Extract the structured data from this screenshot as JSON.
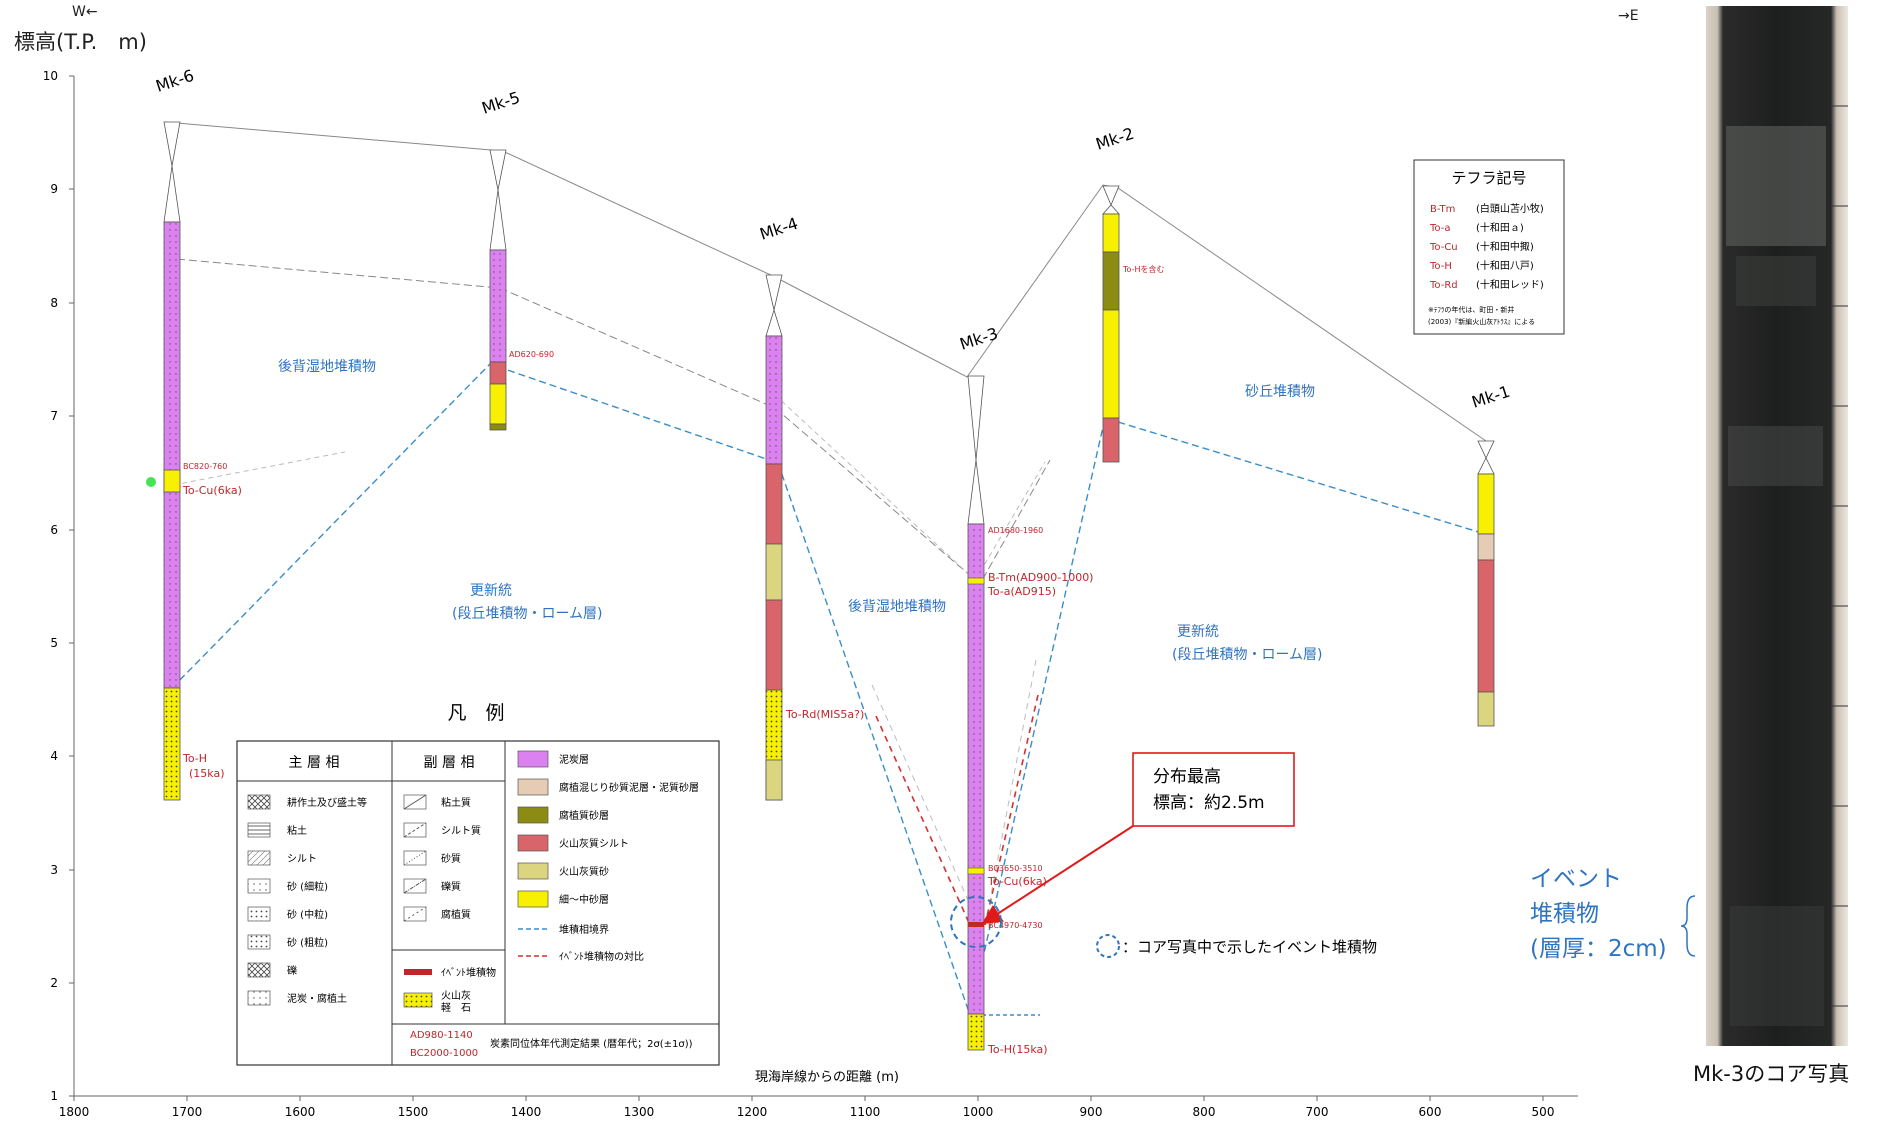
{
  "header": {
    "west_marker": "W←",
    "east_marker": "→E",
    "y_axis_title": "標高(T.P.　m)",
    "x_axis_title": "現海岸線からの距離 (m)"
  },
  "axes": {
    "y_ticks": [
      "1",
      "2",
      "3",
      "4",
      "5",
      "6",
      "7",
      "8",
      "9",
      "10"
    ],
    "x_ticks": [
      "1800",
      "1700",
      "1600",
      "1500",
      "1400",
      "1300",
      "1200",
      "1100",
      "1000",
      "900",
      "800",
      "700",
      "600",
      "500"
    ]
  },
  "boreholes": [
    {
      "name": "Mk-6",
      "distance_m": 1715,
      "surface_tp_m": 9.6,
      "bottom_tp_m": 3.6
    },
    {
      "name": "Mk-5",
      "distance_m": 1425,
      "surface_tp_m": 9.3,
      "bottom_tp_m": 6.85
    },
    {
      "name": "Mk-4",
      "distance_m": 1185,
      "surface_tp_m": 8.2,
      "bottom_tp_m": 3.55
    },
    {
      "name": "Mk-3",
      "distance_m": 1005,
      "surface_tp_m": 7.3,
      "bottom_tp_m": 1.35
    },
    {
      "name": "Mk-2",
      "distance_m": 890,
      "surface_tp_m": 9.05,
      "bottom_tp_m": 6.6
    },
    {
      "name": "Mk-1",
      "distance_m": 555,
      "surface_tp_m": 6.75,
      "bottom_tp_m": 4.25
    }
  ],
  "annotations": {
    "mk6_dating": "BC820-760",
    "mk6_tephra": "To-Cu(6ka)",
    "mk6_toh_1": "To-H",
    "mk6_toh_2": "(15ka)",
    "mk5_dating": "AD620-690",
    "mk4_tephra": "To-Rd(MIS5a?)",
    "mk3_dating_top": "AD1680-1960",
    "mk3_btm": "B-Tm(AD900-1000)",
    "mk3_toa": "To-a(AD915)",
    "mk3_dating_mid": "BC3650-3510",
    "mk3_tocu": "To-Cu(6ka)",
    "mk3_dating_low": "BC4970-4730",
    "mk3_toh": "To-H(15ka)",
    "mk2_note": "To-Hを含む"
  },
  "units": {
    "backswamp_left": "後背湿地堆積物",
    "backswamp_center": "後背湿地堆積物",
    "pleistocene_left_1": "更新統",
    "pleistocene_left_2": "(段丘堆積物・ローム層)",
    "pleistocene_right_1": "更新統",
    "pleistocene_right_2": "(段丘堆積物・ローム層)",
    "dune": "砂丘堆積物"
  },
  "tephra_box": {
    "title": "テフラ記号",
    "items": [
      {
        "code": "B-Tm",
        "name": "(白頭山苫小牧)"
      },
      {
        "code": "To-a",
        "name": "(十和田ａ)"
      },
      {
        "code": "To-Cu",
        "name": "(十和田中掫)"
      },
      {
        "code": "To-H",
        "name": "(十和田八戸)"
      },
      {
        "code": "To-Rd",
        "name": "(十和田レッド)"
      }
    ],
    "note_1": "※ﾃﾌﾗの年代は、町田・新井",
    "note_2": "(2003)『新編火山灰ｱﾄﾗｽ』による"
  },
  "callout": {
    "line1": "分布最高",
    "line2": "標高：約2.5m"
  },
  "circle_note": "：コア写真中で示したイベント堆積物",
  "legend": {
    "title": "凡　例",
    "main_header": "主 層 相",
    "sub_header": "副 層 相",
    "main_items": [
      "耕作土及び盛土等",
      "粘土",
      "シルト",
      "砂 (細粒)",
      "砂 (中粒)",
      "砂 (粗粒)",
      "礫",
      "泥炭・腐植土"
    ],
    "sub_items": [
      "粘土質",
      "シルト質",
      "砂質",
      "礫質",
      "腐植質"
    ],
    "event_item": "ｲﾍﾞﾝﾄ堆積物",
    "ash_item_1": "火山灰",
    "ash_item_2": "軽　石",
    "color_items": [
      "泥炭層",
      "腐植混じり砂質泥層・泥質砂層",
      "腐植質砂層",
      "火山灰質シルト",
      "火山灰質砂",
      "細～中砂層"
    ],
    "boundary_item": "堆積相境界",
    "correlation_item": "ｲﾍﾞﾝﾄ堆積物の対比",
    "dating_1": "AD980-1140",
    "dating_2": "BC2000-1000",
    "dating_desc": "炭素同位体年代測定結果 (暦年代；2σ(±1σ))"
  },
  "core": {
    "event_1": "イベント",
    "event_2": "堆積物",
    "event_3": "(層厚：2cm)",
    "caption": "Mk-3のコア写真"
  },
  "colors": {
    "peat": "#dc82f0",
    "humic_mud": "#e6cbb5",
    "humic_sand": "#8c8c14",
    "ash_silt": "#d9656b",
    "ash_sand": "#dcd580",
    "sand": "#f7f000",
    "boundary": "#3a8ec9",
    "event_correlation": "#d23030",
    "unit_label": "#2f74c0",
    "annotation_red": "#c0262c",
    "callout_red": "#e01a1a"
  }
}
